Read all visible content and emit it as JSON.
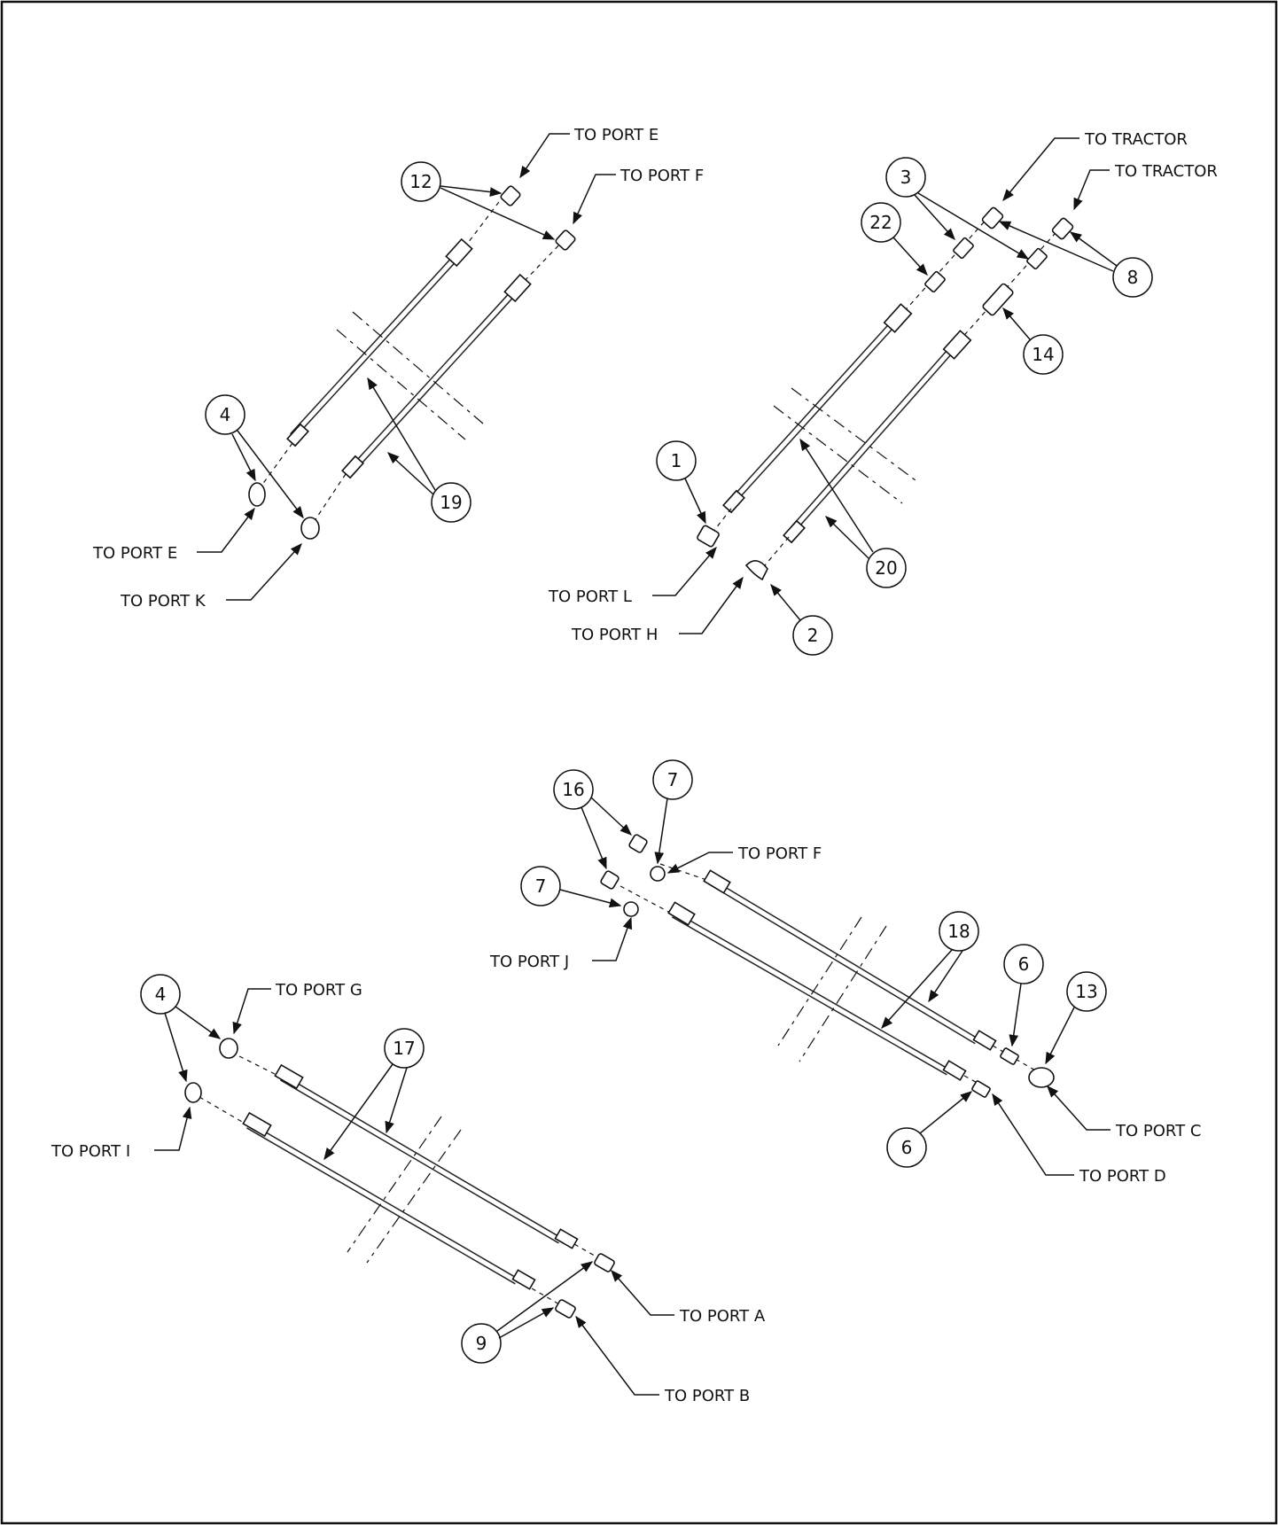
{
  "groups": [
    {
      "callouts": [
        "12",
        "4",
        "19"
      ],
      "port_labels": [
        "TO PORT E",
        "TO PORT F",
        "TO PORT E",
        "TO PORT K"
      ]
    },
    {
      "callouts": [
        "3",
        "22",
        "8",
        "14",
        "1",
        "20",
        "2"
      ],
      "port_labels": [
        "TO TRACTOR",
        "TO TRACTOR",
        "TO PORT L",
        "TO PORT H"
      ]
    },
    {
      "callouts": [
        "16",
        "7",
        "7",
        "18",
        "6",
        "13",
        "6"
      ],
      "port_labels": [
        "TO PORT F",
        "TO PORT J",
        "TO PORT C",
        "TO PORT D"
      ]
    },
    {
      "callouts": [
        "4",
        "17",
        "9"
      ],
      "port_labels": [
        "TO PORT G",
        "TO PORT I",
        "TO PORT A",
        "TO PORT B"
      ]
    }
  ]
}
